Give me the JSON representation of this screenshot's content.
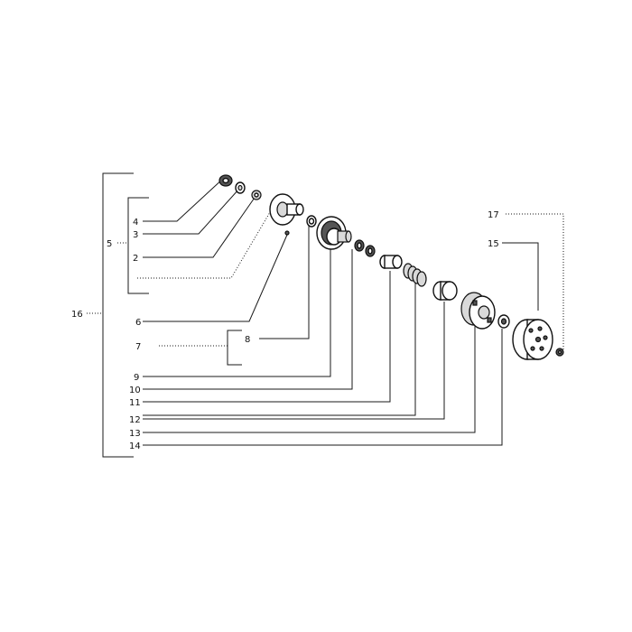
{
  "callouts": {
    "c2": "2",
    "c3": "3",
    "c4": "4",
    "c5": "5",
    "c6": "6",
    "c7": "7",
    "c8": "8",
    "c9": "9",
    "c10": "10",
    "c11": "11",
    "c12": "12",
    "c13": "13",
    "c14": "14",
    "c15": "15",
    "c16": "16",
    "c17": "17"
  },
  "colors": {
    "line": "#1a1a1a",
    "background": "#ffffff"
  }
}
